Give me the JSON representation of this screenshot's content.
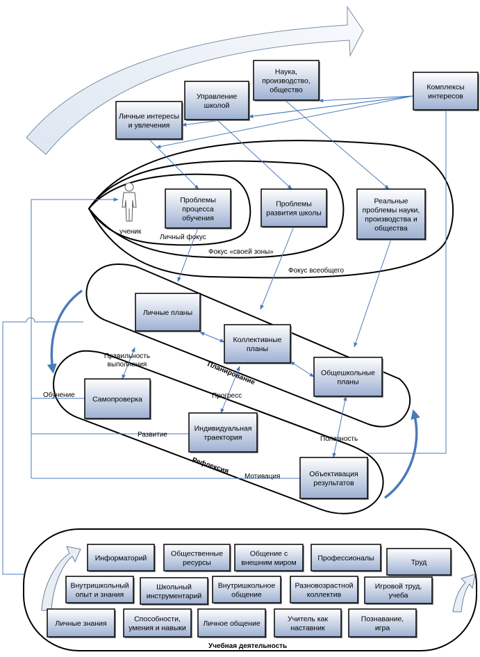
{
  "boxes": {
    "nauka": [
      "Наука,",
      "производство,",
      "общество"
    ],
    "upravlenie": [
      "Управление",
      "школой"
    ],
    "lichnye_interesy": [
      "Личные интересы",
      "и увлечения"
    ],
    "kompleksy": [
      "Комплексы",
      "интересов"
    ],
    "problemy_obucheniya": [
      "Проблемы",
      "процесса",
      "обучения"
    ],
    "problemy_shkoly": [
      "Проблемы",
      "развития школы"
    ],
    "realnye": [
      "Реальные",
      "проблемы науки,",
      "производства и",
      "общества"
    ],
    "lichnye_plany": [
      "Личные планы"
    ],
    "kollektivnye": [
      "Коллективные",
      "планы"
    ],
    "obshcheshkolnye": [
      "Общешкольные",
      "планы"
    ],
    "samoproverka": [
      "Самопроверка"
    ],
    "traektoriya": [
      "Индивидуальная",
      "траектория"
    ],
    "obektivatsiya": [
      "Объективация",
      "результатов"
    ],
    "informatoriy": [
      "Информаторий"
    ],
    "obshch_resursy": [
      "Общественные",
      "ресурсы"
    ],
    "obshchenie_mir": [
      "Общение с",
      "внешним миром"
    ],
    "professionaly": [
      "Профессионалы"
    ],
    "trud": [
      "Труд"
    ],
    "vnutri_opyt": [
      "Внутришкольный",
      "опыт и знания"
    ],
    "shk_instrumentariy": [
      "Школьный",
      "инструментарий"
    ],
    "vnutri_obshchenie": [
      "Внутришкольное",
      "общение"
    ],
    "raznovozr": [
      "Разновозрастной",
      "коллектив"
    ],
    "igrovoy": [
      "Игровой труд,",
      "учеба"
    ],
    "lichnye_znaniya": [
      "Личные знания"
    ],
    "sposobnosti": [
      "Способности,",
      "умения и навыки"
    ],
    "lichnoe_obshchenie": [
      "Личное общение"
    ],
    "uchitel": [
      "Учитель как",
      "наставник"
    ],
    "poznavanie": [
      "Познавание,",
      "игра"
    ]
  },
  "labels": {
    "uchenik": "ученик",
    "lichnyy_fokus": "Личный фокус",
    "fokus_svoey": "Фокус «своей зоны»",
    "fokus_vseobshchego": "Фокус всеобщего",
    "planirovanie": "Планирование",
    "refleksiya": "Рефлексия",
    "pravilnost": [
      "Правильность",
      "выполнения"
    ],
    "obuchenie": "Обучение",
    "progress": "Прогресс",
    "razvitie": "Развитие",
    "poleznost": "Полезность",
    "motivatsiya": "Мотивация",
    "uchebnaya": "Учебная деятельность"
  },
  "colors": {
    "box_top": "#ffffff",
    "box_bottom": "#9db0d2",
    "box_border": "#000000",
    "connector": "#4a7ab8",
    "big_arrow_fill": "#edf2f8",
    "big_arrow_stroke": "#7a8ea8",
    "curved_arrow": "#4a7ab8"
  }
}
